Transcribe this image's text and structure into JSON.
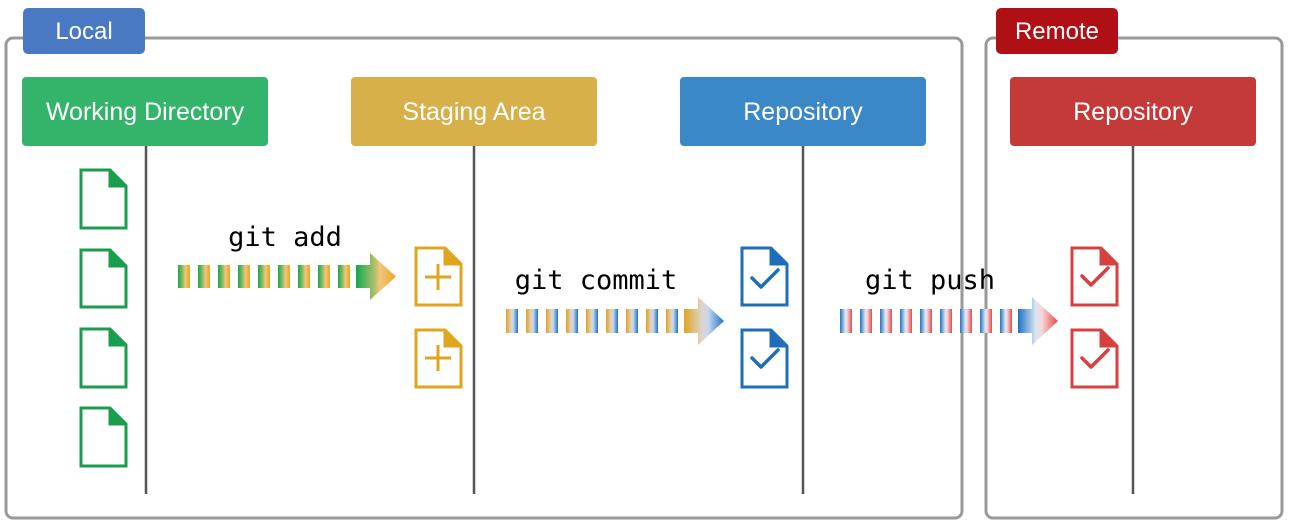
{
  "groups": {
    "local": {
      "label": "Local",
      "color": "#4a79c4"
    },
    "remote": {
      "label": "Remote",
      "color": "#b00f16"
    }
  },
  "columns": {
    "working_directory": {
      "label": "Working Directory",
      "color": "#33b46a",
      "file_color": "#1a9e4e",
      "file_icon": "file-icon",
      "file_count": 4
    },
    "staging_area": {
      "label": "Staging Area",
      "color": "#d8b04a",
      "file_color": "#e0a41e",
      "file_icon": "file-plus-icon",
      "file_count": 2
    },
    "local_repository": {
      "label": "Repository",
      "color": "#3b88c8",
      "file_color": "#1f6fb8",
      "file_icon": "file-check-icon",
      "file_count": 2
    },
    "remote_repository": {
      "label": "Repository",
      "color": "#c43a39",
      "file_color": "#d8403f",
      "file_icon": "file-check-icon",
      "file_count": 2
    }
  },
  "commands": {
    "add": "git add",
    "commit": "git commit",
    "push": "git push"
  },
  "colors": {
    "frame_border": "#999999",
    "lifeline": "#555555"
  }
}
